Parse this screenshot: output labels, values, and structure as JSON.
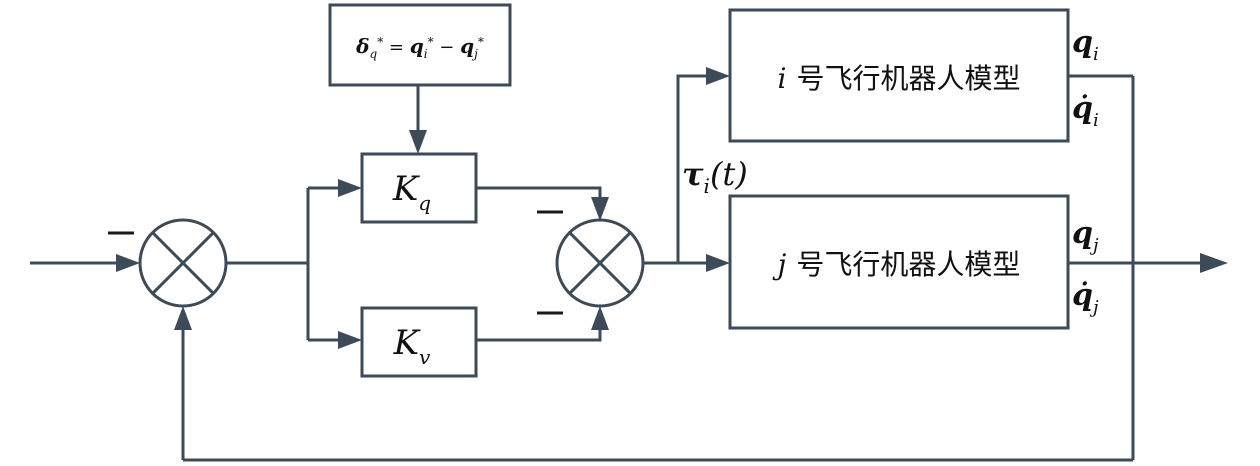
{
  "error_box": {
    "delta": "δ",
    "delta_sub": "q",
    "star": "*",
    "eq": " = ",
    "q": "q",
    "i": "i",
    "minus": " − ",
    "j": "j"
  },
  "gain_position": {
    "base": "K",
    "sub": "q"
  },
  "gain_velocity": {
    "base": "K",
    "sub": "v"
  },
  "torque": {
    "base": "τ",
    "sub": "i",
    "arg": "(t)"
  },
  "model_i": {
    "index": "i",
    "title": "号飞行机器人模型"
  },
  "model_j": {
    "index": "j",
    "title": "号飞行机器人模型"
  },
  "outputs": {
    "q": "q",
    "q_dot": "q̇",
    "sub_i": "i",
    "sub_j": "j"
  }
}
